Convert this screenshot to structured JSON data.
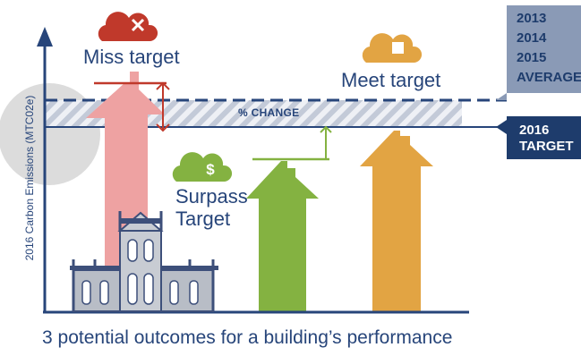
{
  "yaxis_label": "2016 Carbon Emissions (MTC02e)",
  "outcomes": {
    "miss": "Miss target",
    "meet": "Meet target",
    "surpass_line1": "Surpass",
    "surpass_line2": "Target"
  },
  "change_label": "% CHANGE",
  "average_box": {
    "lines": [
      "2013",
      "2014",
      "2015",
      "AVERAGE"
    ]
  },
  "target_box": {
    "lines": [
      "2016",
      "TARGET"
    ]
  },
  "caption": "3 potential outcomes for a building’s performance",
  "icons": {
    "miss": "x-cloud-icon",
    "meet": "square-cloud-icon",
    "surpass": "dollar-cloud-icon"
  },
  "colors": {
    "navy": "#27457a",
    "miss_red": "#c0392b",
    "miss_arrow": "#e9a5a5",
    "surpass_green": "#84b241",
    "meet_orange": "#e2a443",
    "hatch": "#c3cad8",
    "gray_circle": "#d6d6d6"
  }
}
